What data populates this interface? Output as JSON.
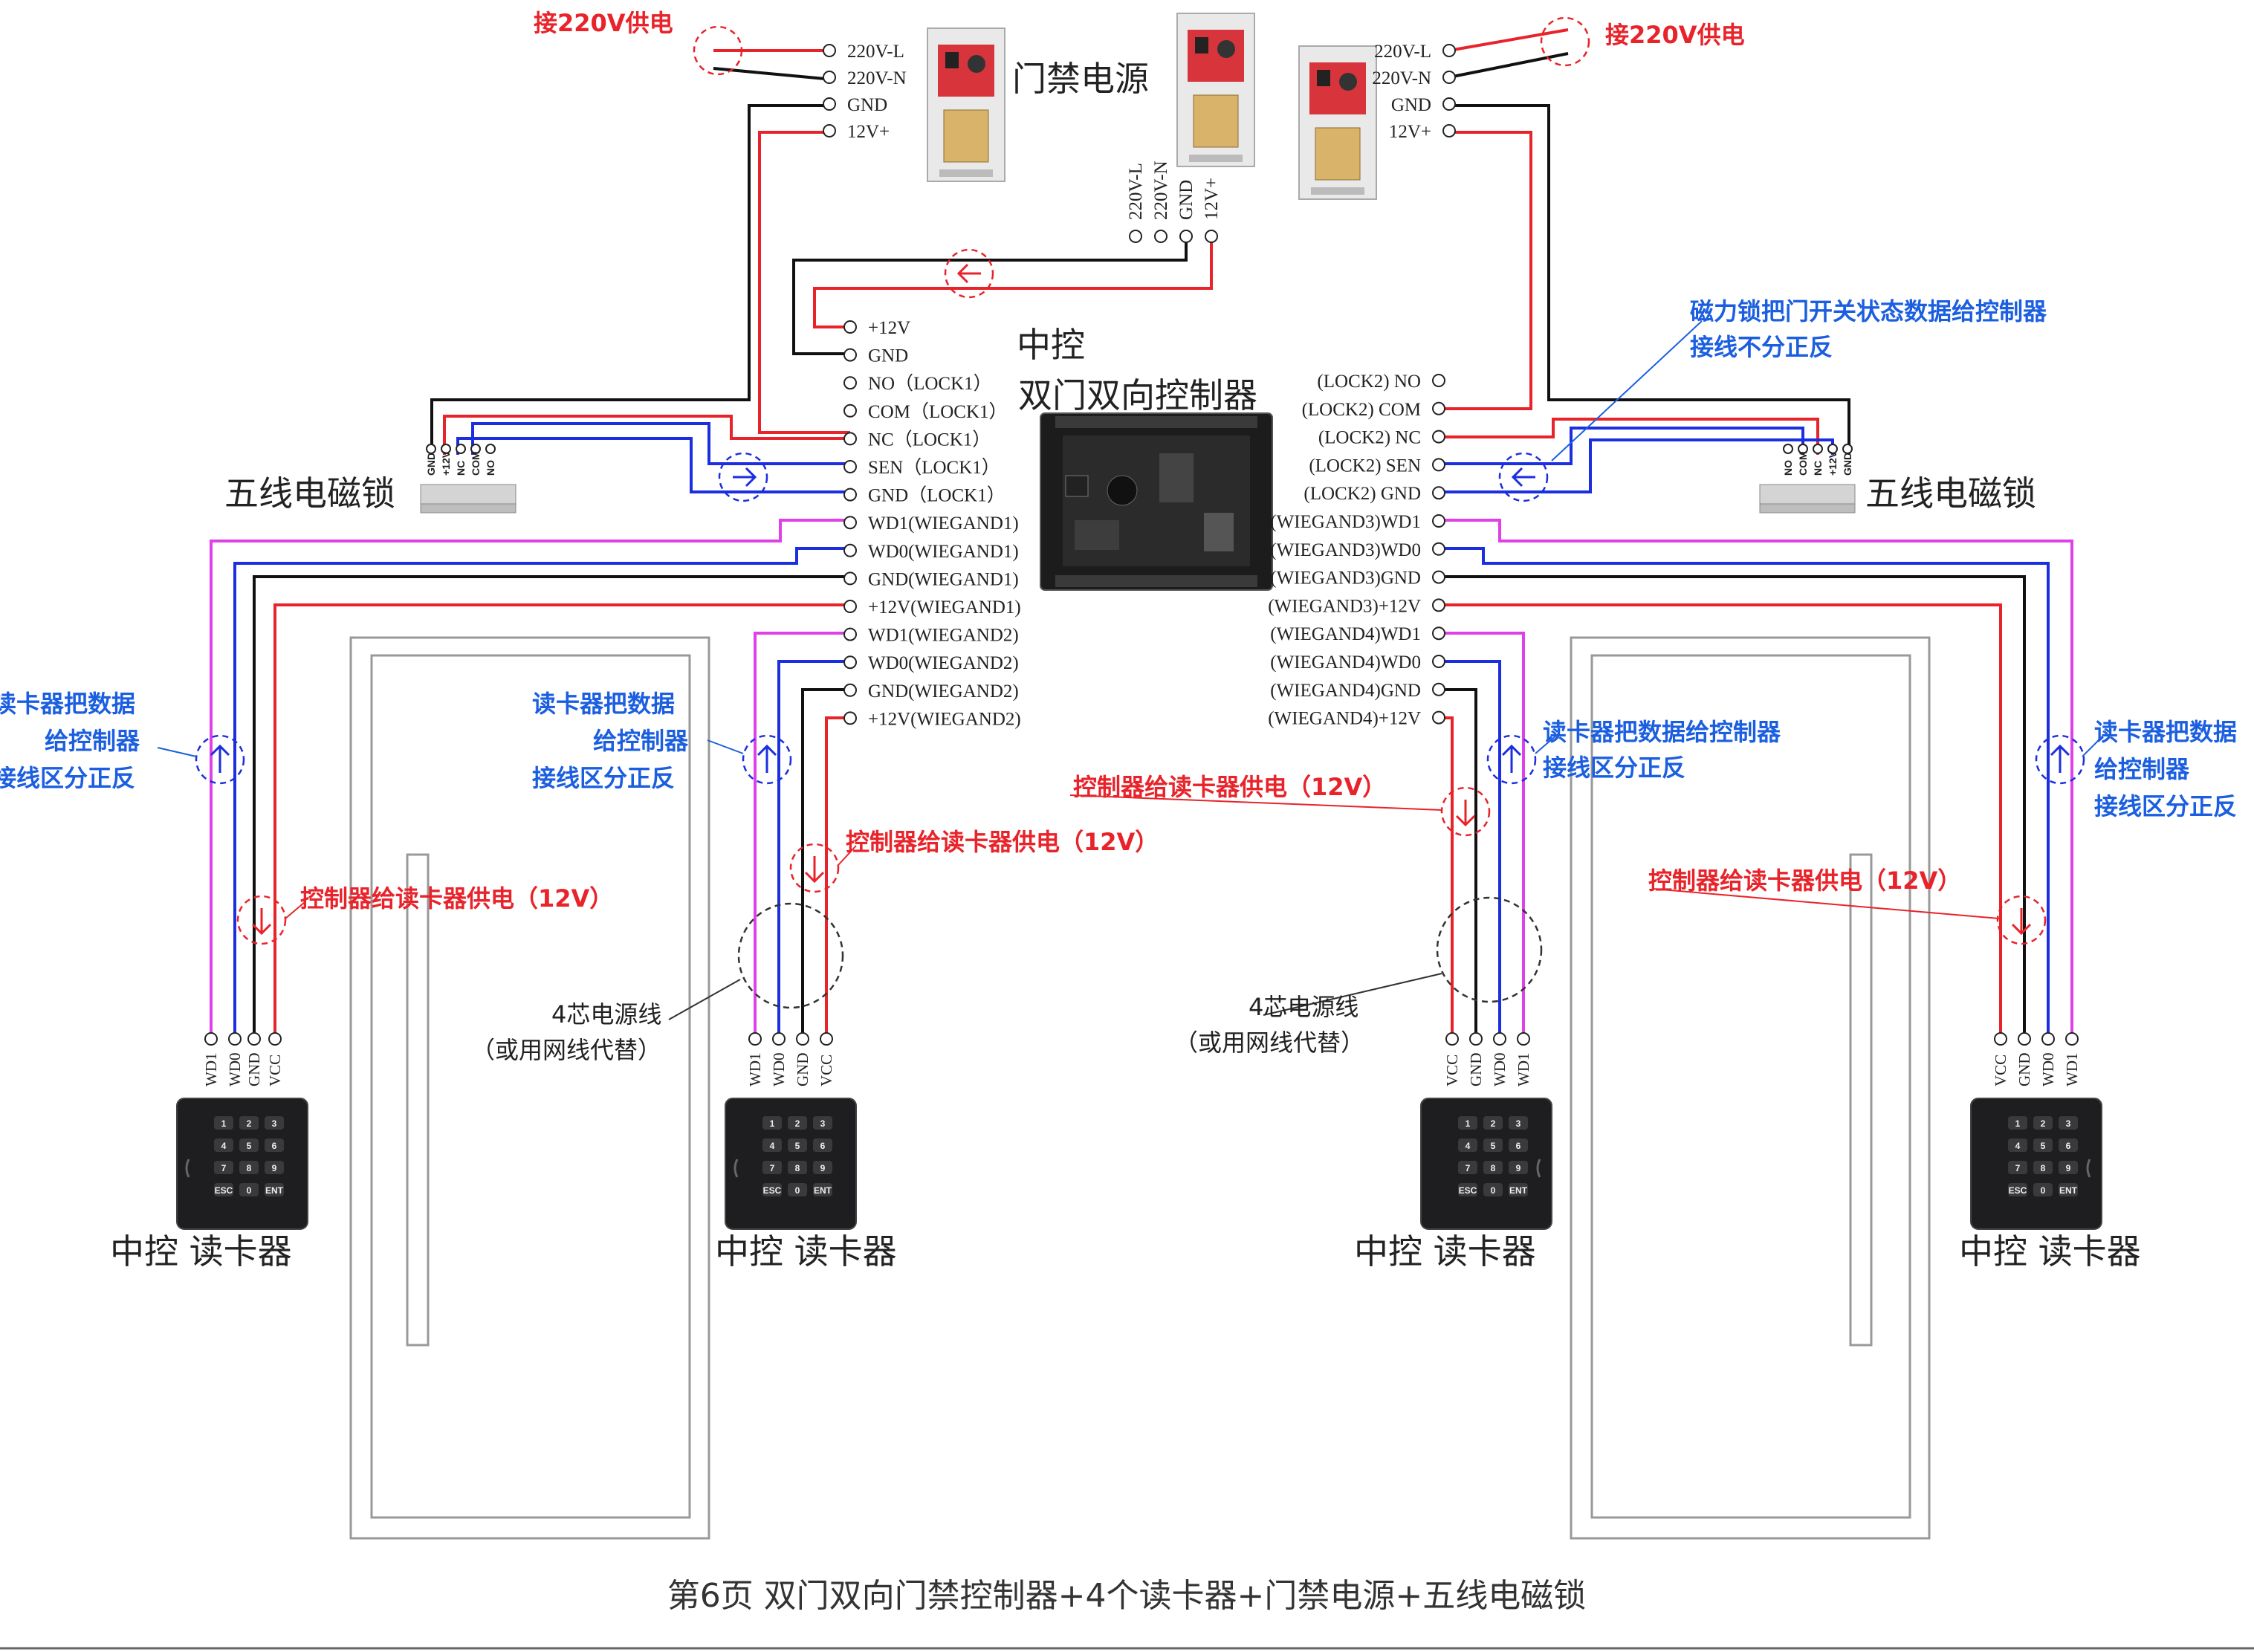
{
  "labels": {
    "power_220_left": "接220V供电",
    "power_220_right": "接220V供电",
    "psu_title": "门禁电源",
    "controller_brand": "中控",
    "controller_title": "双门双向控制器",
    "lock_left": "五线电磁锁",
    "lock_right": "五线电磁锁",
    "magnet_note_line1": "磁力锁把门开关状态数据给控制器",
    "magnet_note_line2": "接线不分正反",
    "cable_left_line1": "4芯电源线",
    "cable_left_line2": "（或用网线代替）",
    "cable_right_line1": "4芯电源线",
    "cable_right_line2": "（或用网线代替）",
    "footer": "第6页  双门双向门禁控制器+4个读卡器+门禁电源+五线电磁锁"
  },
  "psu_terminals_left": [
    "220V-L",
    "220V-N",
    "GND",
    "12V+"
  ],
  "psu_terminals_mid": [
    "220V-L",
    "220V-N",
    "GND",
    "12V+"
  ],
  "psu_terminals_right": [
    "220V-L",
    "220V-N",
    "GND",
    "12V+"
  ],
  "controller_left_terminals": [
    "+12V",
    "GND",
    "NO（LOCK1）",
    "COM（LOCK1）",
    "NC（LOCK1）",
    "SEN（LOCK1）",
    "GND（LOCK1）",
    "WD1(WIEGAND1)",
    "WD0(WIEGAND1)",
    "GND(WIEGAND1)",
    "+12V(WIEGAND1)",
    "WD1(WIEGAND2)",
    "WD0(WIEGAND2)",
    "GND(WIEGAND2)",
    "+12V(WIEGAND2)"
  ],
  "controller_right_terminals": [
    "(LOCK2) NO",
    "(LOCK2) COM",
    "(LOCK2) NC",
    "(LOCK2) SEN",
    "(LOCK2) GND",
    "(WIEGAND3)WD1",
    "(WIEGAND3)WD0",
    "(WIEGAND3)GND",
    "(WIEGAND3)+12V",
    "(WIEGAND4)WD1",
    "(WIEGAND4)WD0",
    "(WIEGAND4)GND",
    "(WIEGAND4)+12V"
  ],
  "lock_terminals_left": [
    "GND",
    "+12V",
    "NC",
    "COM",
    "NO"
  ],
  "lock_terminals_right": [
    "NO",
    "COM",
    "NC",
    "+12V",
    "GND"
  ],
  "readers": [
    {
      "name": "中控  读卡器",
      "pins": [
        "WD1",
        "WD0",
        "GND",
        "VCC"
      ],
      "data_note": [
        "读卡器把数据",
        "给控制器",
        "接线区分正反"
      ],
      "power_note": "控制器给读卡器供电（12V）"
    },
    {
      "name": "中控  读卡器",
      "pins": [
        "WD1",
        "WD0",
        "GND",
        "VCC"
      ],
      "data_note": [
        "读卡器把数据",
        "给控制器",
        "接线区分正反"
      ],
      "power_note": "控制器给读卡器供电（12V）"
    },
    {
      "name": "中控  读卡器",
      "pins": [
        "VCC",
        "GND",
        "WD0",
        "WD1"
      ],
      "data_note": [
        "读卡器把数据给控制器",
        "接线区分正反"
      ],
      "power_note": "控制器给读卡器供电（12V）"
    },
    {
      "name": "中控  读卡器",
      "pins": [
        "VCC",
        "GND",
        "WD0",
        "WD1"
      ],
      "data_note": [
        "读卡器把数据",
        "给控制器",
        "接线区分正反"
      ],
      "power_note": "控制器给读卡器供电（12V）"
    }
  ],
  "keypad": [
    "1",
    "2",
    "3",
    "4",
    "5",
    "6",
    "7",
    "8",
    "9",
    "ESC",
    "0",
    "ENT"
  ],
  "colors": {
    "red": "#e8232a",
    "blue": "#1b2ee0",
    "black": "#111111",
    "magenta": "#e040e8",
    "note_blue": "#1b5fe0"
  }
}
